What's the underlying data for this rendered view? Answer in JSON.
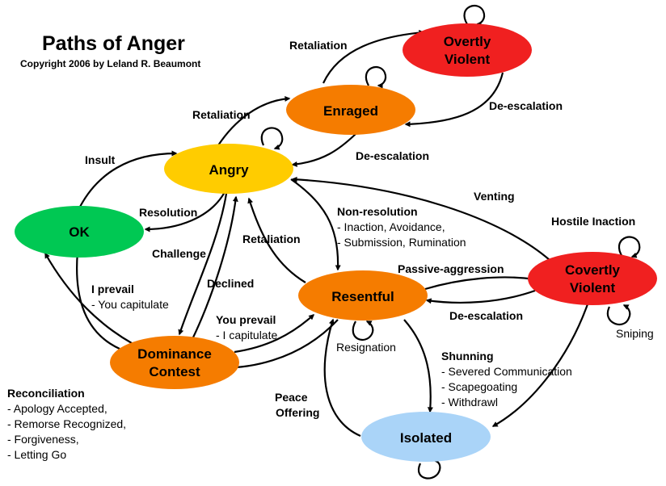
{
  "title": "Paths of Anger",
  "copyright": "Copyright 2006 by Leland R. Beaumont",
  "colors": {
    "ok": "#00c853",
    "angry": "#ffcc00",
    "enraged": "#f57c00",
    "overtly_violent": "#f02020",
    "resentful": "#f57c00",
    "dominance_contest": "#f57c00",
    "covertly_violent": "#f02020",
    "isolated": "#aad4f8"
  },
  "nodes": {
    "ok": "OK",
    "angry": "Angry",
    "enraged": "Enraged",
    "overtly_violent_line1": "Overtly",
    "overtly_violent_line2": "Violent",
    "resentful": "Resentful",
    "dominance_line1": "Dominance",
    "dominance_line2": "Contest",
    "covertly_violent_line1": "Covertly",
    "covertly_violent_line2": "Violent",
    "isolated": "Isolated"
  },
  "edges": {
    "insult": "Insult",
    "retaliation_angry_enraged": "Retaliation",
    "retaliation_enraged_violent": "Retaliation",
    "deescalation_violent_enraged": "De-escalation",
    "deescalation_enraged_angry": "De-escalation",
    "resolution": "Resolution",
    "challenge": "Challenge",
    "declined": "Declined",
    "retaliation_resentful_angry": "Retaliation",
    "non_resolution": "Non-resolution",
    "non_resolution_sub1": "- Inaction, Avoidance,",
    "non_resolution_sub2": "- Submission, Rumination",
    "venting": "Venting",
    "hostile_inaction": "Hostile Inaction",
    "passive_aggression": "Passive-aggression",
    "deescalation_covert_resentful": "De-escalation",
    "sniping": "Sniping",
    "i_prevail": "I prevail",
    "you_capitulate": "- You capitulate",
    "you_prevail": "You prevail",
    "i_capitulate": "- I capitulate",
    "resignation": "Resignation",
    "shunning": "Shunning",
    "shunning_sub1": "- Severed Communication",
    "shunning_sub2": "- Scapegoating",
    "shunning_sub3": "- Withdrawl",
    "peace": "Peace",
    "offering": "Offering",
    "reconciliation": "Reconciliation",
    "reconciliation_sub1": "- Apology Accepted,",
    "reconciliation_sub2": "- Remorse Recognized,",
    "reconciliation_sub3": "- Forgiveness,",
    "reconciliation_sub4": "- Letting Go"
  }
}
